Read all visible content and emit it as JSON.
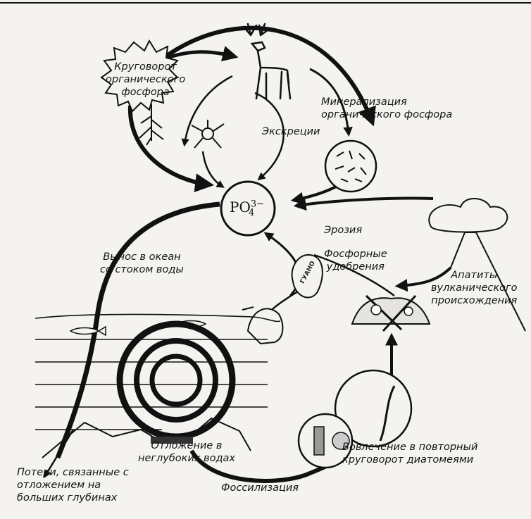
{
  "diagram": {
    "node_center": {
      "formula": "PO",
      "superscript": "3−",
      "subscript": "4"
    },
    "labels": {
      "organic_cycle": "Круговорот\nорганического\nфосфора",
      "mineralization": "Минерализация\nорганического фосфора",
      "excretion": "Экскреции",
      "erosion": "Эрозия",
      "fertilizers": "Фосфорные\nудобрения",
      "runoff": "Вынос в океан\nсо стоком воды",
      "apatites": "Апатиты\nвулканического\nпроисхождения",
      "shallow_deposits": "Отложение в\nнеглубоких водах",
      "diatoms": "Вовлечение в повторный\nкруговорот диатомеями",
      "fossilization": "Фоссилизация",
      "deep_losses": "Потери, связанные с\nотложением на\nбольших глубинах",
      "guano": "ГУАНО"
    }
  }
}
